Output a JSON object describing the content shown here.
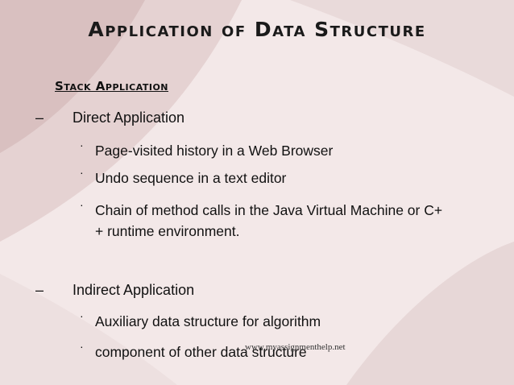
{
  "slide": {
    "title": "Application of Data Structure",
    "section_heading": "Stack Application",
    "groups": [
      {
        "bullet_symbol": "–",
        "label": "Direct Application",
        "items": [
          "Page-visited history in a Web Browser",
          "Undo sequence in a text editor",
          "Chain of method calls in the Java Virtual Machine or C+",
          "+ runtime environment."
        ]
      },
      {
        "bullet_symbol": "–",
        "label": "Indirect Application",
        "items": [
          "Auxiliary data structure for algorithm",
          "component of other data structure"
        ]
      }
    ],
    "sub_bullet_symbol": "·",
    "watermark": "www.myassignmenthelp.net"
  }
}
